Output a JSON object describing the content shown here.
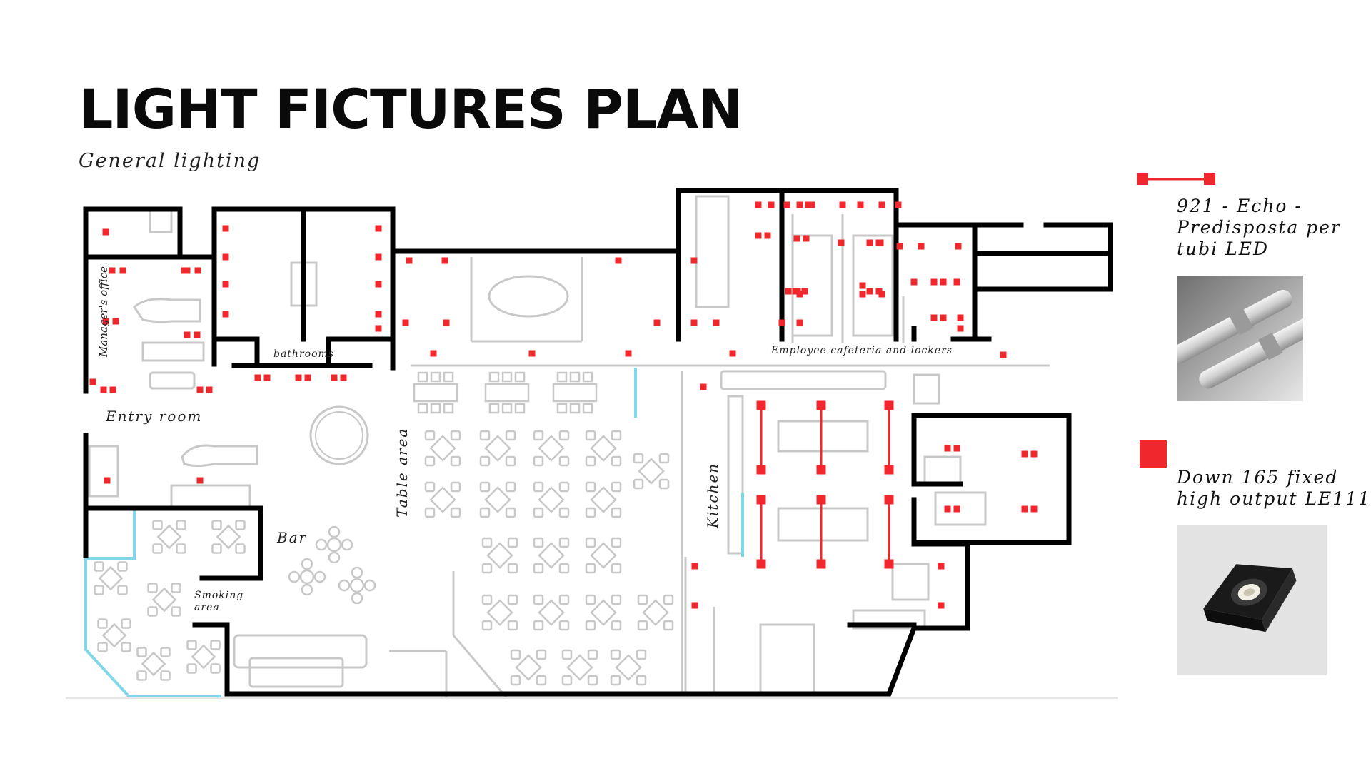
{
  "title": "LIGHT FICTURES PLAN",
  "subtitle": "General lighting",
  "colors": {
    "fixture": "#f0282d",
    "wall": "#000000",
    "furniture": "#c8c8c8",
    "glass": "#7fd8e8"
  },
  "rooms": {
    "managers_office": "Manager's office",
    "bathrooms": "bathrooms",
    "entry_room": "Entry room",
    "table_area": "Table area",
    "employee_cafeteria": "Employee cafeteria and lockers",
    "kitchen": "Kitchen",
    "bar": "Bar",
    "smoking_line1": "Smoking",
    "smoking_line2": "area"
  },
  "legend": {
    "item1": {
      "symbol": "line-fixture-icon",
      "line1": "921 - Echo -",
      "line2": "Predisposta per",
      "line3": "tubi LED"
    },
    "item2": {
      "symbol": "square-fixture-icon",
      "line1": "Down 165 fixed",
      "line2": "high output LE111"
    }
  }
}
